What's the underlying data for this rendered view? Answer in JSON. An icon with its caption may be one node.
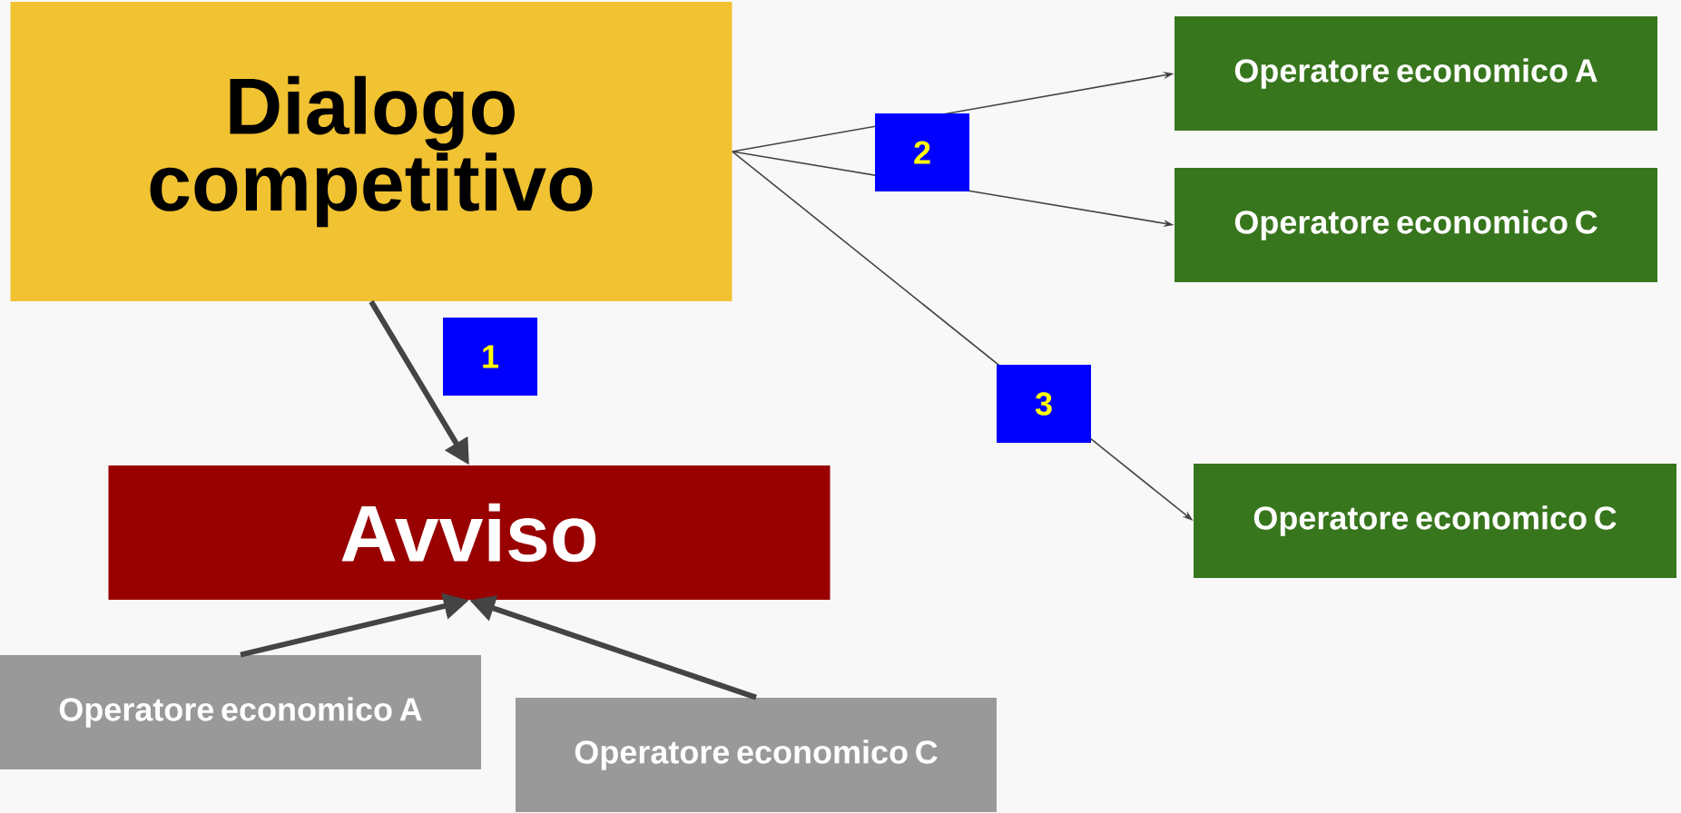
{
  "diagram": {
    "nodes": [
      {
        "text": [
          "Dialogo competitivo"
        ]
      },
      {
        "text": [
          "Avviso"
        ]
      },
      {
        "text": [
          "Operatore economico A"
        ]
      },
      {
        "text": [
          "Operatore economico C"
        ]
      },
      {
        "text": [
          "Operatore economico A"
        ]
      },
      {
        "text": [
          "Operatore economico C"
        ]
      },
      {
        "text": [
          "Operatore economico C"
        ]
      }
    ],
    "edges": [
      {
        "from": 0,
        "to": 1,
        "arrow": "to",
        "style": "thick",
        "label": "1"
      },
      {
        "from": 0,
        "to": 4,
        "arrow": "to",
        "label": "2"
      },
      {
        "from": 0,
        "to": 5,
        "arrow": "to"
      },
      {
        "from": 0,
        "to": 6,
        "arrow": "to",
        "label": "3"
      },
      {
        "from": 2,
        "to": 1,
        "arrow": "to",
        "style": "thick"
      },
      {
        "from": 3,
        "to": 1,
        "arrow": "to",
        "style": "thick"
      }
    ]
  }
}
